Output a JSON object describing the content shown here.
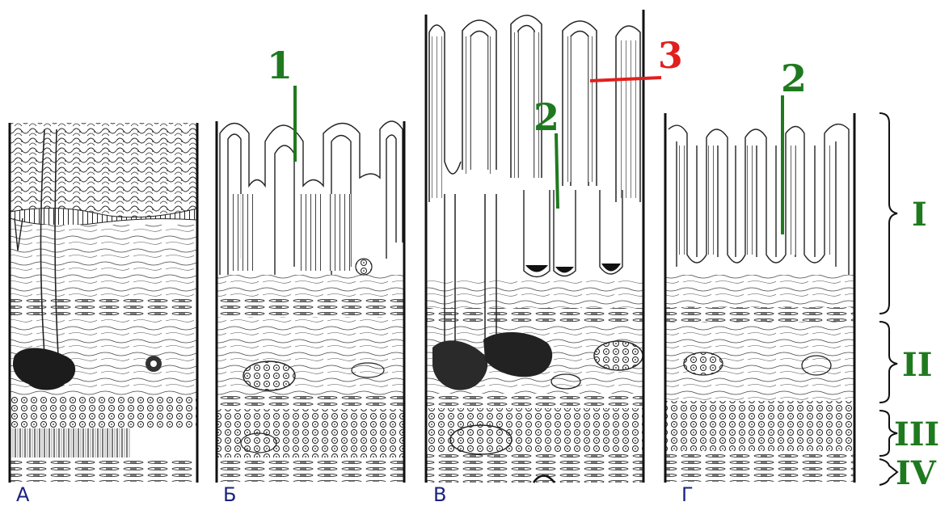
{
  "colors": {
    "ink": "#1a1a1a",
    "green": "#1f7a1f",
    "red": "#e0201e",
    "letter_blue": "#1a237e"
  },
  "panels": [
    {
      "letter": "А"
    },
    {
      "letter": "Б"
    },
    {
      "letter": "В"
    },
    {
      "letter": "Г"
    }
  ],
  "pointers": [
    {
      "label": "1",
      "color": "green"
    },
    {
      "label": "2",
      "color": "green"
    },
    {
      "label": "3",
      "color": "red"
    },
    {
      "label": "2",
      "color": "green"
    }
  ],
  "layers": [
    "I",
    "II",
    "III",
    "IV"
  ]
}
